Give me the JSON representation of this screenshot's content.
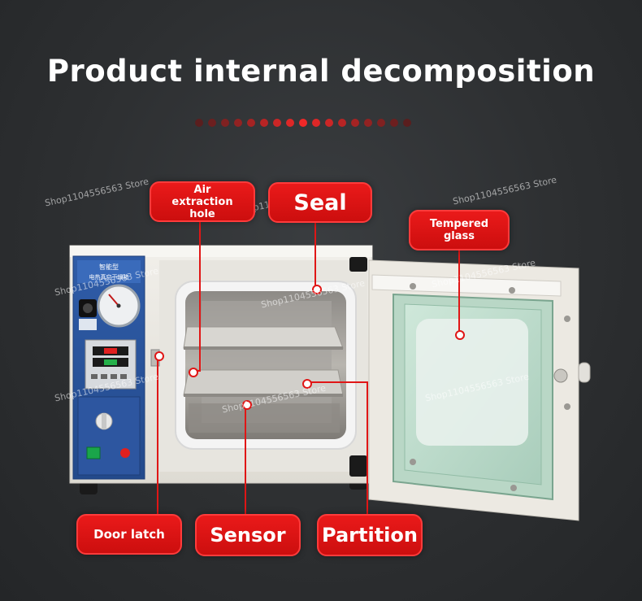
{
  "title": "Product internal decomposition",
  "watermark": "Shop1104556563 Store",
  "panel": {
    "brand_line1": "智能型",
    "brand_line2": "电热真空干燥箱"
  },
  "labels": {
    "air_extraction": "Air extraction hole",
    "seal": "Seal",
    "tempered_glass": "Tempered glass",
    "door_latch": "Door latch",
    "sensor": "Sensor",
    "partition": "Partition"
  },
  "colors": {
    "accent": "#e01616",
    "background": "#2b2d2f"
  }
}
